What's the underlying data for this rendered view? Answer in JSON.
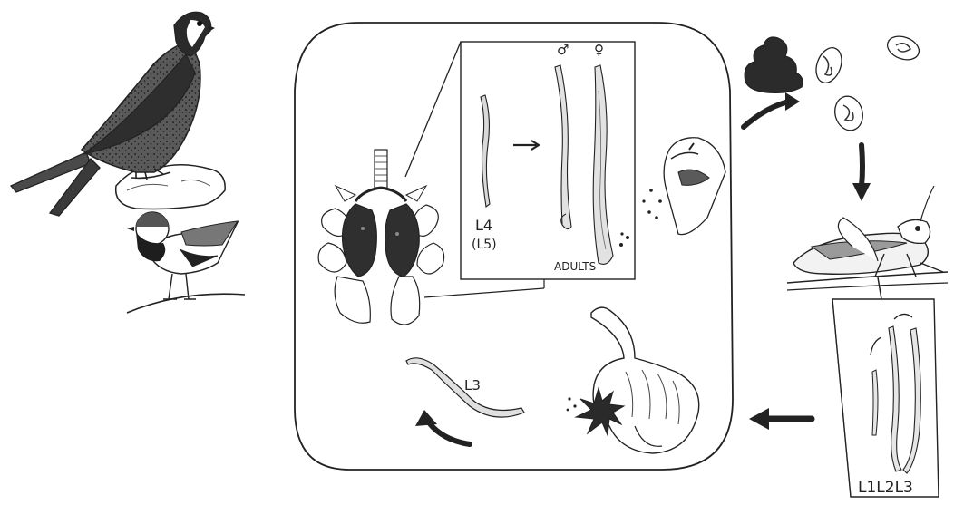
{
  "labels": {
    "l4": "L4",
    "l5": "(L5)",
    "adults": "ADULTS",
    "male": "♂",
    "female": "♀",
    "l3": "L3",
    "larvae": "L1L2L3"
  },
  "colors": {
    "ink": "#222222",
    "dark_fill": "#3a3a3a",
    "mid_fill": "#6a6a6a",
    "light_fill": "#bdbdbd",
    "paper": "#ffffff"
  },
  "icons": {
    "falcon": "falcon-bird",
    "small_bird": "wheatear-bird",
    "lungs": "bird-lungs-air-sacs",
    "feces": "feces-pile",
    "eggs": "larvated-eggs",
    "insect": "grasshopper-intermediate-host",
    "gut": "gizzard-digestive-tract"
  }
}
